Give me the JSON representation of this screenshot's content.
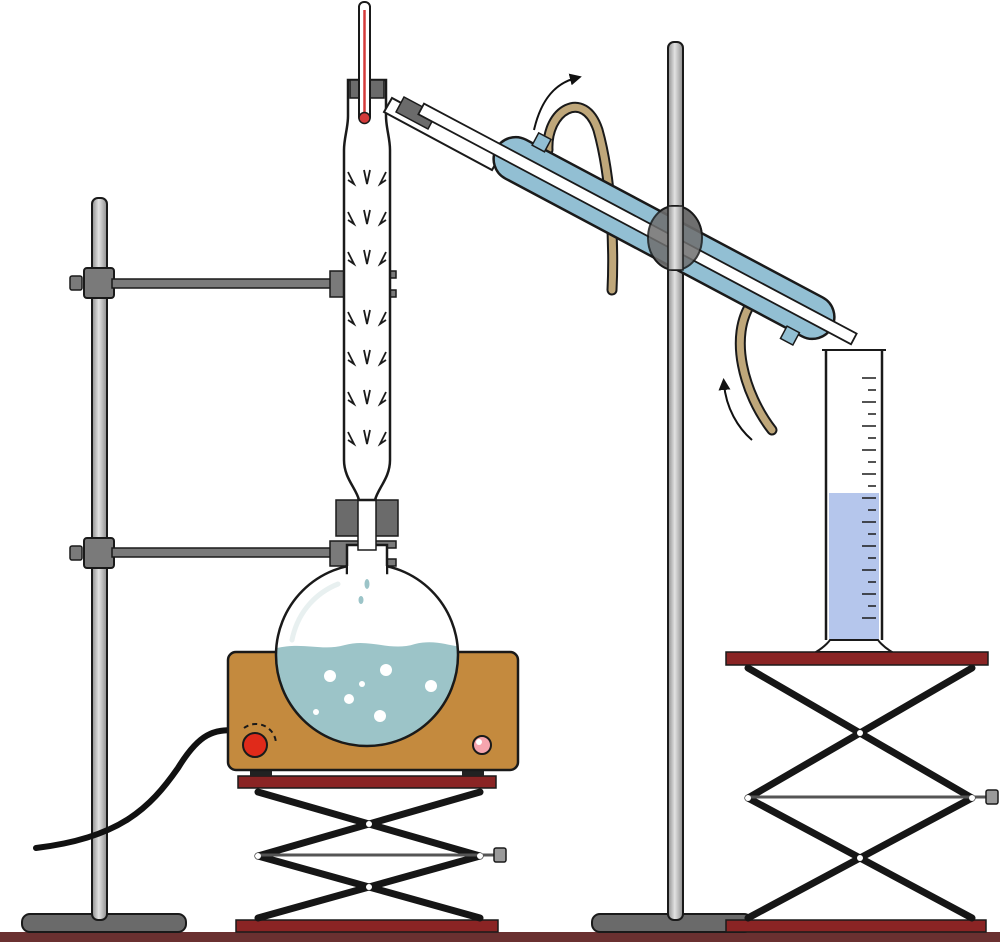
{
  "diagram": {
    "kind": "fractional distillation apparatus",
    "components": [
      "thermometer",
      "fractionating-column",
      "round-bottom-flask",
      "heating-mantle",
      "liebig-condenser",
      "graduated-cylinder",
      "retort-stand",
      "lab-jack"
    ]
  },
  "colors": {
    "glass": "#ffffff",
    "outline": "#1a1a1a",
    "liquid_flask": "#9cc4c8",
    "liquid_cylinder": "#b5c6ec",
    "condenser_jacket": "#92bfd3",
    "heater_body": "#c48a3e",
    "jack_plate": "#8a2424",
    "jack_arms": "#161616",
    "stand_rod": "#b5b5b5",
    "stand_base": "#6a6a6a",
    "clamp": "#7a7a7a",
    "hose": "#bfa77a",
    "knob": "#e02a1a",
    "indicator_light": "#f6a5ae",
    "thermometer_mercury": "#d43a3a",
    "stopper": "#6b6b6b",
    "floor": "#6a3030"
  },
  "flow_arrows": [
    {
      "name": "water-out-arrow",
      "direction": "out"
    },
    {
      "name": "water-in-arrow",
      "direction": "in"
    }
  ]
}
